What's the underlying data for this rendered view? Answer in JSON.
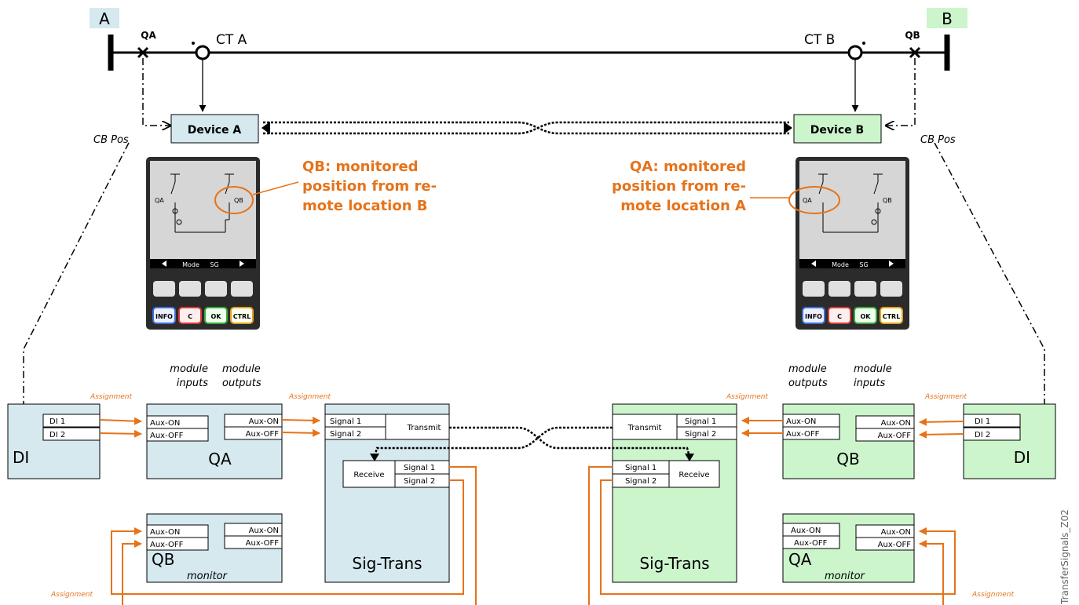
{
  "colors": {
    "blue_fill": "#d5e9ef",
    "green_fill": "#ccf5cc",
    "orange": "#e6731a",
    "black": "#000000",
    "device_dark": "#2b2b2b",
    "screen": "#d6d6d6"
  },
  "busbar": {
    "label_a": "A",
    "label_b": "B",
    "breaker_a": "QA",
    "breaker_b": "QB",
    "ct_a": "CT A",
    "ct_b": "CT B",
    "cb_pos_left": "CB Pos",
    "cb_pos_right": "CB Pos"
  },
  "devices": {
    "a": "Device A",
    "b": "Device B"
  },
  "annotations": {
    "left": [
      "QB: monitored",
      "position from re-",
      "mote location B"
    ],
    "right": [
      "QA: monitored",
      "position from re-",
      "mote location A"
    ]
  },
  "panel": {
    "left_qa": "QA",
    "left_qb": "QB",
    "right_qa": "QA",
    "right_qb": "QB",
    "softkeys": [
      "Mode",
      "SG"
    ],
    "keys": [
      "INFO",
      "C",
      "OK",
      "CTRL"
    ]
  },
  "left_side": {
    "col_in": [
      "module",
      "inputs"
    ],
    "col_out": [
      "module",
      "outputs"
    ],
    "assignment": "Assignment",
    "di_label": "DI",
    "di_inputs": [
      "DI 1",
      "DI 2"
    ],
    "qa_label": "QA",
    "qa_inputs": [
      "Aux-ON",
      "Aux-OFF"
    ],
    "qa_outputs": [
      "Aux-ON",
      "Aux-OFF"
    ],
    "sig_label": "Sig-Trans",
    "sig_signals": [
      "Signal 1",
      "Signal 2"
    ],
    "transmit": "Transmit",
    "receive": "Receive",
    "sig_out": [
      "Signal 1",
      "Signal 2"
    ],
    "mon_label": "QB",
    "mon_sub": "monitor",
    "mon_inputs": [
      "Aux-ON",
      "Aux-OFF"
    ],
    "mon_outputs": [
      "Aux-ON",
      "Aux-OFF"
    ]
  },
  "right_side": {
    "col_out": [
      "module",
      "outputs"
    ],
    "col_in": [
      "module",
      "inputs"
    ],
    "assignment": "Assignment",
    "di_label": "DI",
    "di_inputs": [
      "DI 1",
      "DI 2"
    ],
    "qb_label": "QB",
    "qb_outputs": [
      "Aux-ON",
      "Aux-OFF"
    ],
    "qb_inputs": [
      "Aux-ON",
      "Aux-OFF"
    ],
    "sig_label": "Sig-Trans",
    "sig_signals": [
      "Signal 1",
      "Signal 2"
    ],
    "transmit": "Transmit",
    "receive": "Receive",
    "sig_out": [
      "Signal 1",
      "Signal 2"
    ],
    "mon_label": "QA",
    "mon_sub": "monitor",
    "mon_outputs": [
      "Aux-ON",
      "Aux-OFF"
    ],
    "mon_inputs": [
      "Aux-ON",
      "Aux-OFF"
    ]
  },
  "figure_id": "TransferSignals_Z02"
}
